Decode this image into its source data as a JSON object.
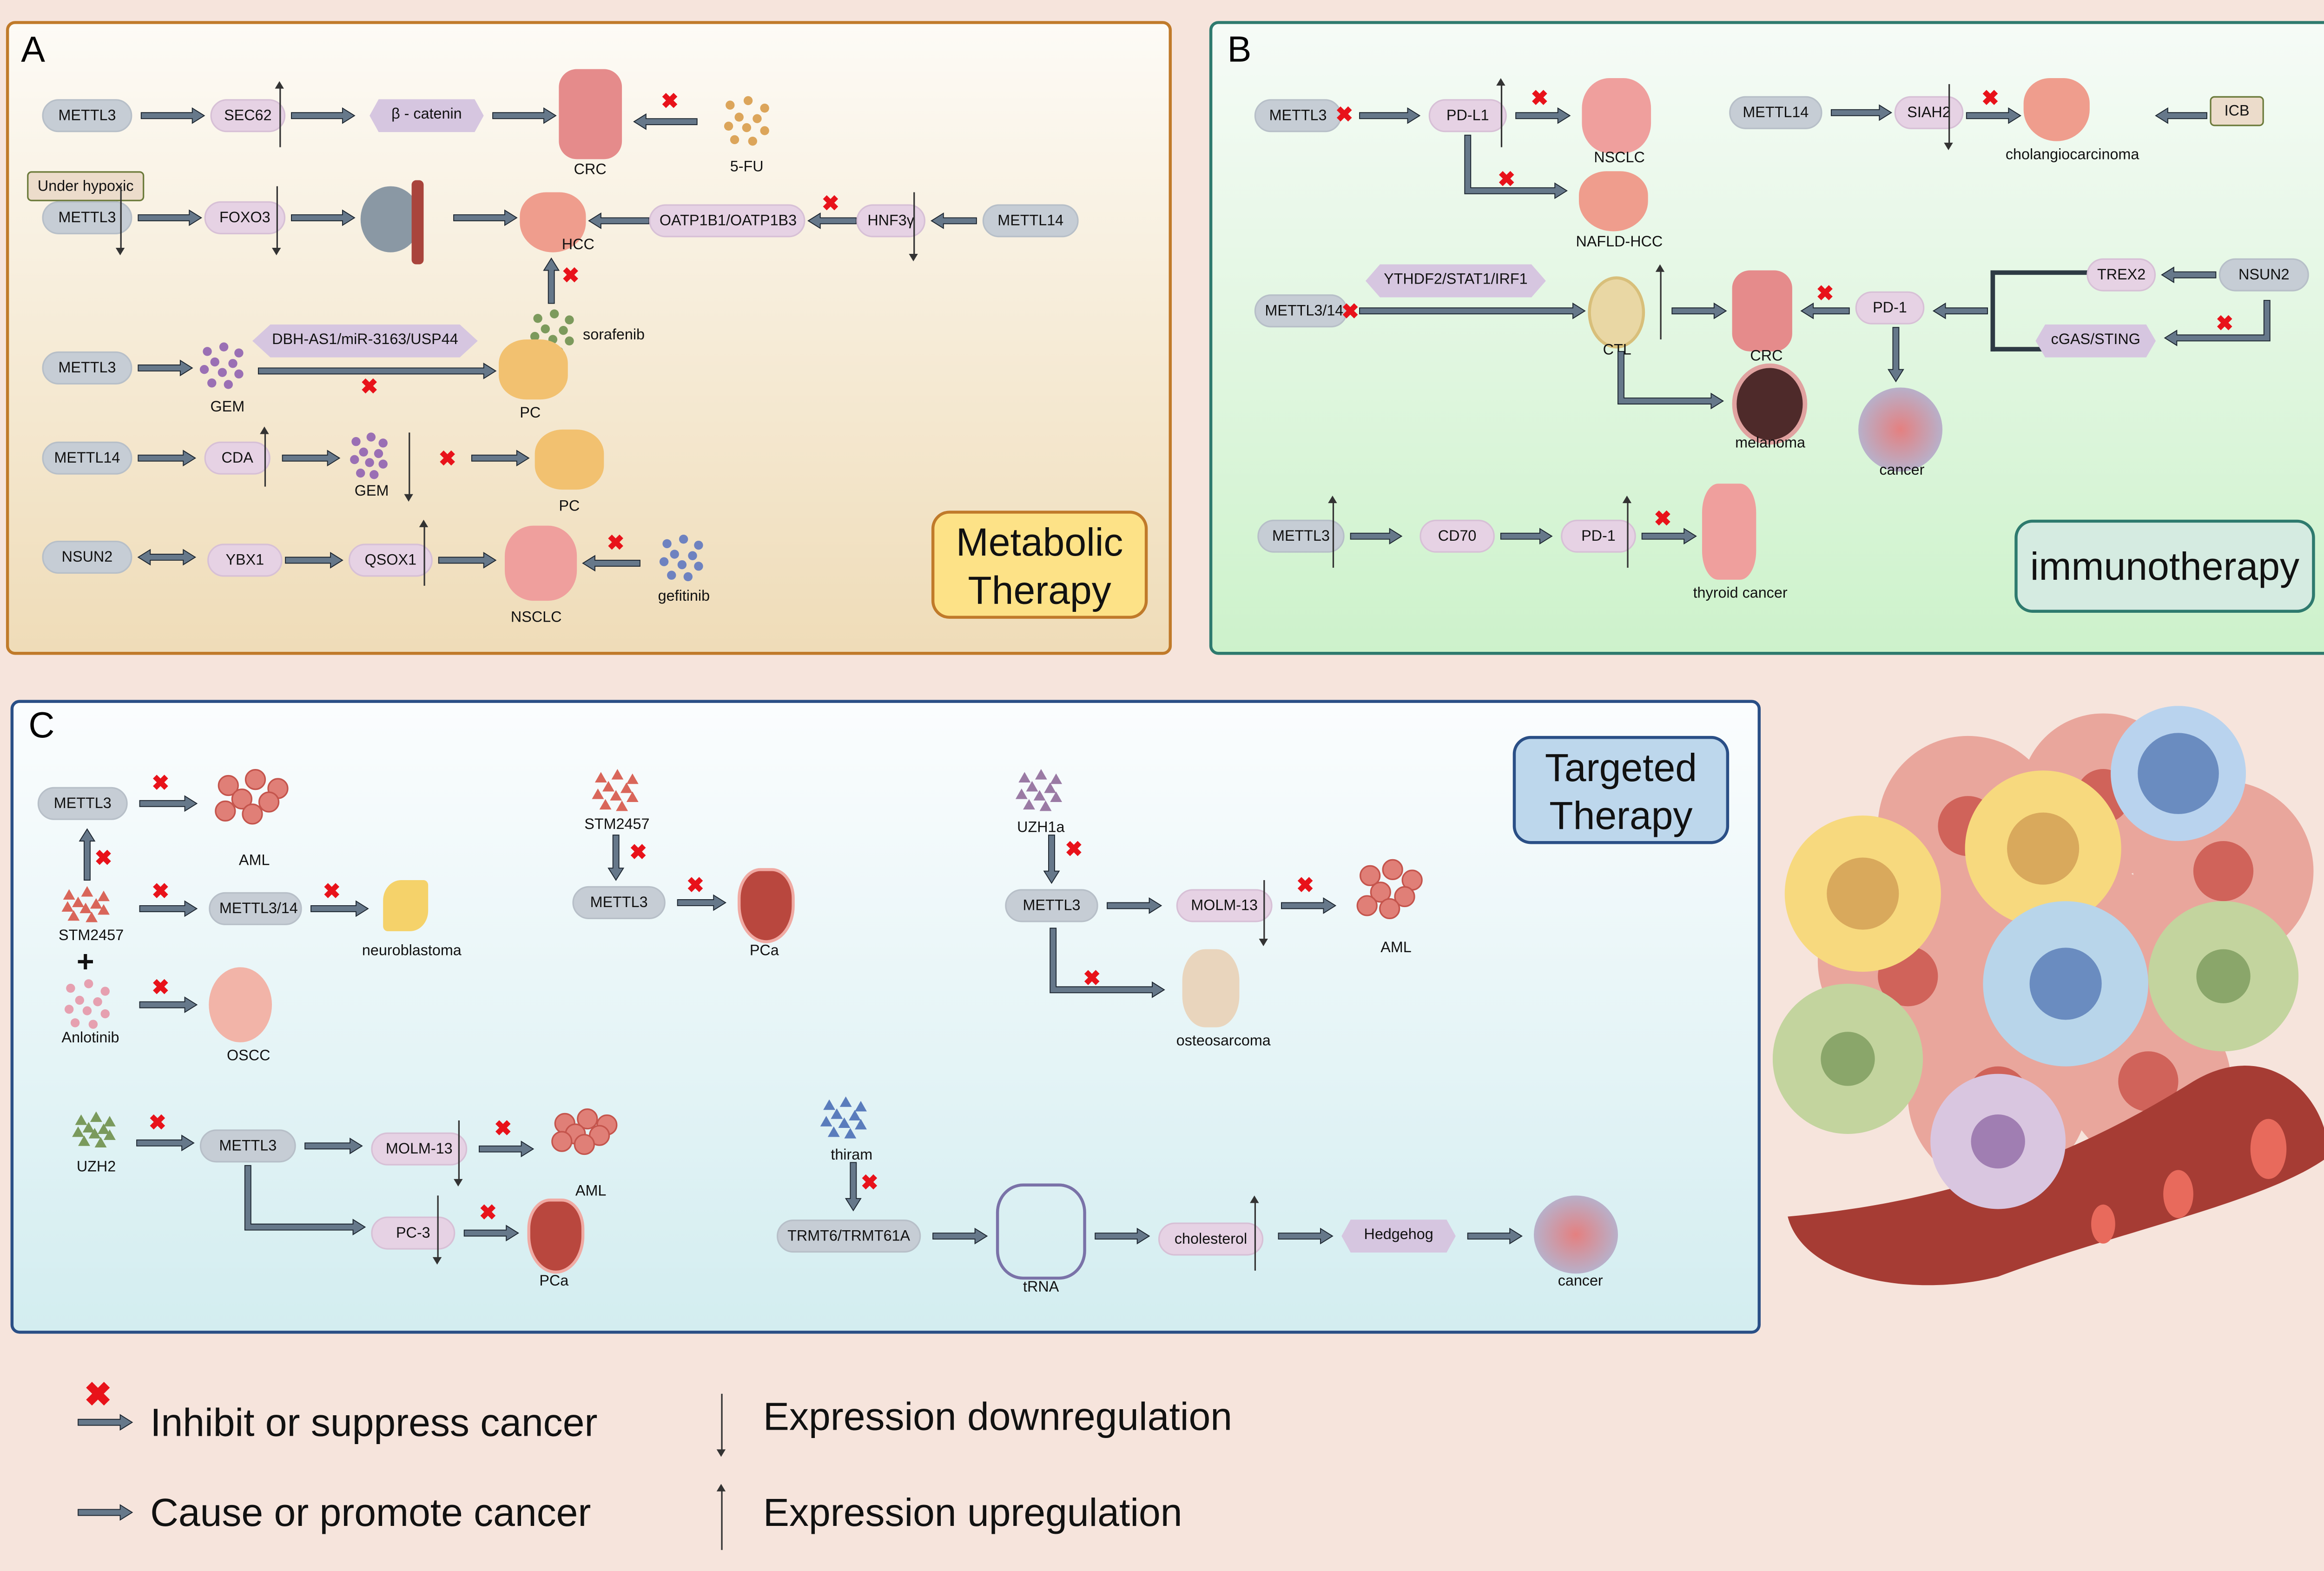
{
  "colors": {
    "background": "#f6e4dc",
    "panel_a_border": "#c07a2a",
    "panel_b_border": "#2e7a6e",
    "panel_c_border": "#2a4f86",
    "writer_node": "#c6cdd5",
    "target_node": "#e6d2e4",
    "pathway_node": "#d6c6e0",
    "arrow": "#66788a",
    "inhibit_x": "#e8121a",
    "metabolic_box": "#fde287",
    "immuno_box": "#d5ebe1",
    "targeted_box": "#bdd7ec"
  },
  "panelA": {
    "letter": "A",
    "title_line1": "Metabolic",
    "title_line2": "Therapy",
    "row1": {
      "n1": "METTL3",
      "n2": "SEC62",
      "n3": "β - catenin",
      "organ": "CRC",
      "drug": "5-FU"
    },
    "row2": {
      "condition": "Under hypoxic",
      "n1": "METTL3",
      "n2": "FOXO3",
      "organ": "HCC",
      "n3": "OATP1B1/OATP1B3",
      "n4": "HNF3γ",
      "n5": "METTL14",
      "drug": "sorafenib"
    },
    "row3": {
      "n1": "METTL3",
      "drug": "GEM",
      "pathway": "DBH-AS1/miR-3163/USP44",
      "organ": "PC"
    },
    "row4": {
      "n1": "METTL14",
      "n2": "CDA",
      "drug": "GEM",
      "organ": "PC"
    },
    "row5": {
      "n1": "NSUN2",
      "n2": "YBX1",
      "n3": "QSOX1",
      "organ": "NSCLC",
      "drug": "gefitinib"
    }
  },
  "panelB": {
    "letter": "B",
    "title": "immunotherapy",
    "row1": {
      "n1": "METTL3",
      "n2": "PD-L1",
      "organ1": "NSCLC",
      "organ2": "NAFLD-HCC"
    },
    "row1b": {
      "n1": "METTL14",
      "n2": "SIAH2",
      "organ": "cholangiocarcinoma",
      "n3": "ICB"
    },
    "row2": {
      "n1": "METTL3/14",
      "pathway": "YTHDF2/STAT1/IRF1",
      "cell": "CTL",
      "organ1": "CRC",
      "organ2": "melanoma",
      "n2": "PD-1",
      "organ3": "cancer",
      "n3": "TREX2",
      "n4": "NSUN2",
      "n5": "cGAS/STING"
    },
    "row3": {
      "n1": "METTL3",
      "n2": "CD70",
      "n3": "PD-1",
      "organ": "thyroid cancer"
    }
  },
  "panelC": {
    "letter": "C",
    "title_line1": "Targeted",
    "title_line2": "Therapy",
    "g1": {
      "n1": "METTL3",
      "organ1": "AML",
      "drug1": "STM2457",
      "n2": "METTL3/14",
      "organ2": "neuroblastoma",
      "plus": "+",
      "drug2": "Anlotinib",
      "organ3": "OSCC"
    },
    "g2": {
      "drug": "STM2457",
      "n1": "METTL3",
      "organ": "PCa"
    },
    "g3": {
      "drug": "UZH1a",
      "n1": "METTL3",
      "n2": "MOLM-13",
      "organ1": "AML",
      "organ2": "osteosarcoma"
    },
    "g4": {
      "drug": "UZH2",
      "n1": "METTL3",
      "n2": "MOLM-13",
      "organ1": "AML",
      "n3": "PC-3",
      "organ2": "PCa"
    },
    "g5": {
      "drug": "thiram",
      "n1": "TRMT6/TRMT61A",
      "mol": "tRNA",
      "n2": "cholesterol",
      "pathway": "Hedgehog",
      "organ": "cancer"
    }
  },
  "legend": {
    "inhibit": "Inhibit or suppress cancer",
    "promote": "Cause or promote cancer",
    "down": "Expression downregulation",
    "up": "Expression upregulation"
  }
}
